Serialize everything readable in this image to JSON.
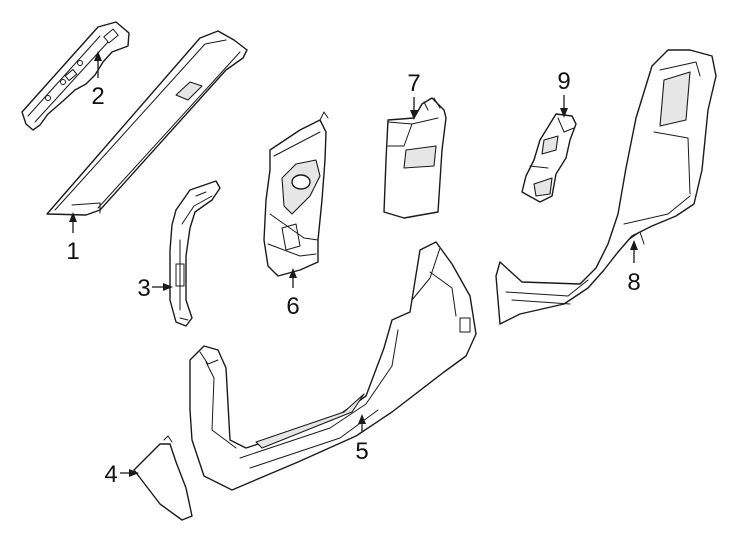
{
  "callouts": [
    {
      "id": "1",
      "label": "1"
    },
    {
      "id": "2",
      "label": "2"
    },
    {
      "id": "3",
      "label": "3"
    },
    {
      "id": "4",
      "label": "4"
    },
    {
      "id": "5",
      "label": "5"
    },
    {
      "id": "6",
      "label": "6"
    },
    {
      "id": "7",
      "label": "7"
    },
    {
      "id": "8",
      "label": "8"
    },
    {
      "id": "9",
      "label": "9"
    }
  ],
  "colors": {
    "line": "#1a1a1a",
    "background": "#ffffff",
    "shade": "#e6e6e6"
  }
}
